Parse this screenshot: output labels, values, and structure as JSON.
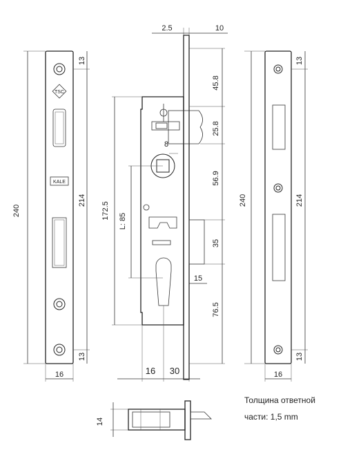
{
  "logos": {
    "tsc": "TSC",
    "kale": "KALE"
  },
  "dims": {
    "top_offset": "2.5",
    "top_width": "10",
    "faceplate_length": "240",
    "hole_spacing": "214",
    "edge_top": "13",
    "edge_bottom": "13",
    "plate_width": "16",
    "latch_h": "45.8",
    "bolt_h": "25.8",
    "handle_dim": "8",
    "spindle_to_bolt": "56.9",
    "height_total": "172.5",
    "center_distance": "L: 85",
    "bolt_height": "35",
    "bolt_throw": "15",
    "cyl_to_bottom": "76.5",
    "backset_a": "16",
    "backset_b": "30",
    "strike_length": "240",
    "strike_holes": "214",
    "strike_top": "13",
    "strike_bottom": "13",
    "strike_width": "16",
    "thickness": "14"
  },
  "note": {
    "line1": "Толщина ответной",
    "line2": "части: 1,5 mm"
  }
}
